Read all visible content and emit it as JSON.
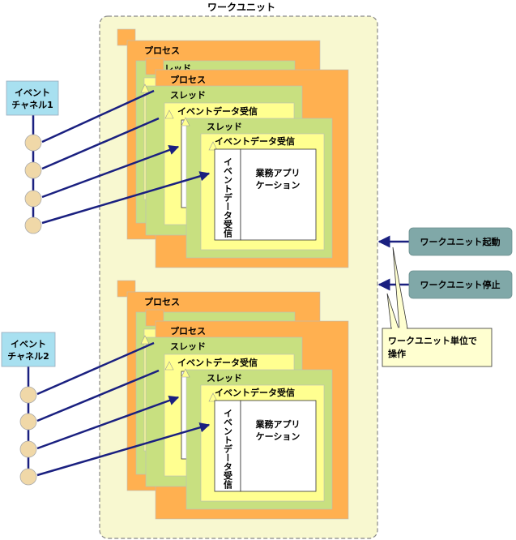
{
  "title": "ワークユニット",
  "group_color": "#f8f8d0",
  "process_color": "#ffb050",
  "thread_color": "#c8e080",
  "receiver_color": "#ffff90",
  "channel_color": "#a8e0f0",
  "button_color": "#80a8a8",
  "node_color": "#f0d8a8",
  "line_color": "#1a2080",
  "channels": [
    {
      "label_line1": "イベント",
      "label_line2": "チャネル1"
    },
    {
      "label_line1": "イベント",
      "label_line2": "チャネル2"
    }
  ],
  "process_label": "プロセス",
  "thread_label": "スレッド",
  "receiver_label": "イベントデータ受信",
  "receiver_vertical": "イベントデータ受信",
  "app_line1": "業務アプリ",
  "app_line2": "ケーション",
  "controls": {
    "start": "ワークユニット起動",
    "stop": "ワークユニット停止"
  },
  "note_line1": "ワークユニット単位で",
  "note_line2": "操作"
}
